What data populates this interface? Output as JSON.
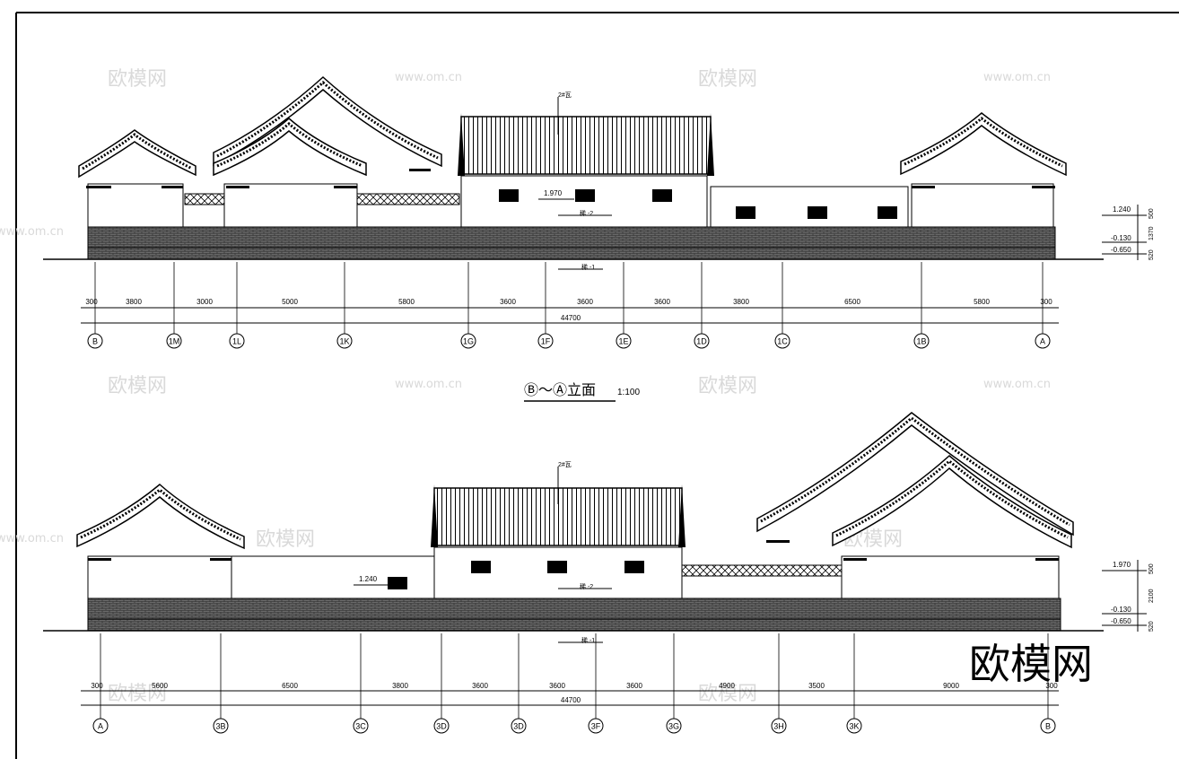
{
  "watermarks": {
    "site": "www.om.cn",
    "brand": "欧模网",
    "corner_logo": "欧模网"
  },
  "elevation_top": {
    "title": "Ⓑ～Ⓐ立面",
    "scale": "1:100",
    "roof_note": "2#瓦",
    "level_window": "1.970",
    "note_wall": "稀 -2",
    "note_base": "稀 -1",
    "right_levels": [
      "1.240",
      "-0.130",
      "-0.650"
    ],
    "right_dims": [
      "500",
      "1370",
      "520"
    ],
    "dimensions": [
      "300",
      "3800",
      "3000",
      "5000",
      "5800",
      "3600",
      "3600",
      "3600",
      "3800",
      "6500",
      "5800",
      "300"
    ],
    "total": "44700",
    "axes": [
      "B",
      "1M",
      "1L",
      "1K",
      "1G",
      "1F",
      "1E",
      "1D",
      "1C",
      "1B",
      "A"
    ]
  },
  "elevation_bottom": {
    "roof_note": "2#瓦",
    "level_window": "1.240",
    "note_wall": "稀 -2",
    "note_base": "稀 -1",
    "right_levels": [
      "1.970",
      "-0.130",
      "-0.650"
    ],
    "right_dims": [
      "500",
      "2100",
      "520"
    ],
    "dimensions": [
      "300",
      "5600",
      "6500",
      "3800",
      "3600",
      "3600",
      "3600",
      "4900",
      "3500",
      "9000",
      "300"
    ],
    "total": "44700",
    "axes": [
      "A",
      "3B",
      "3C",
      "3D",
      "3D",
      "3F",
      "3G",
      "3H",
      "3K",
      "B"
    ]
  },
  "colors": {
    "ink": "#000000",
    "paper": "#ffffff",
    "brick": "#555555",
    "watermark": "#d9d9d9"
  }
}
